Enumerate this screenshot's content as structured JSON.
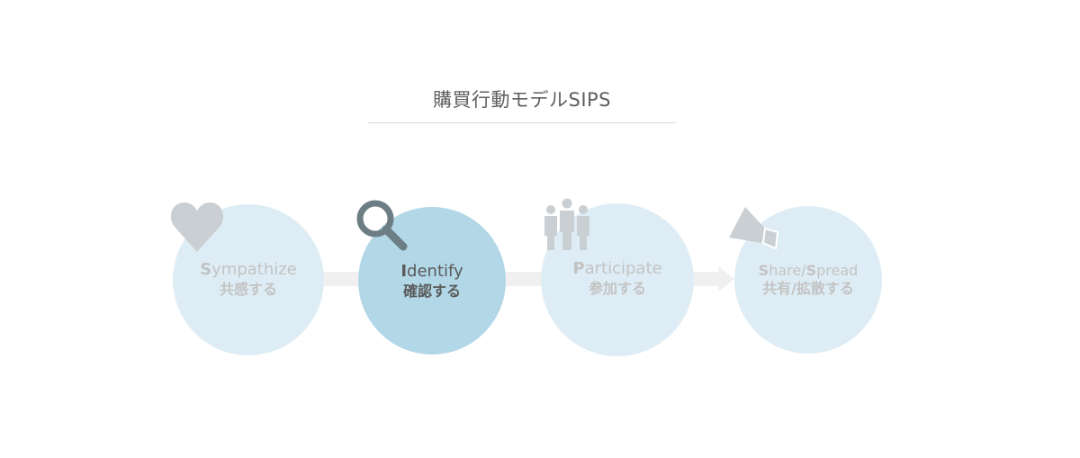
{
  "title": "購買行動モデルSIPS",
  "steps": [
    {
      "initial": "S",
      "rest": "ympathize",
      "jp": "共感する",
      "icon": "heart-icon",
      "active": false
    },
    {
      "initial": "I",
      "rest": "dentify",
      "jp": "確認する",
      "icon": "magnifier-icon",
      "active": true
    },
    {
      "initial": "P",
      "rest": "articipate",
      "jp": "参加する",
      "icon": "people-icon",
      "active": false
    },
    {
      "initial": "S",
      "rest": "hare/",
      "initial2": "S",
      "rest2": "pread",
      "jp": "共有/拡散する",
      "icon": "megaphone-icon",
      "active": false
    }
  ],
  "colors": {
    "circle": "#deedf5",
    "circle_active": "#b2d7e7",
    "text_muted": "#c3c3c3",
    "text_active": "#5a5a5a",
    "icon_muted": "#c9cfd3",
    "icon_active": "#6c7e84",
    "connector": "#f0f0f0"
  }
}
